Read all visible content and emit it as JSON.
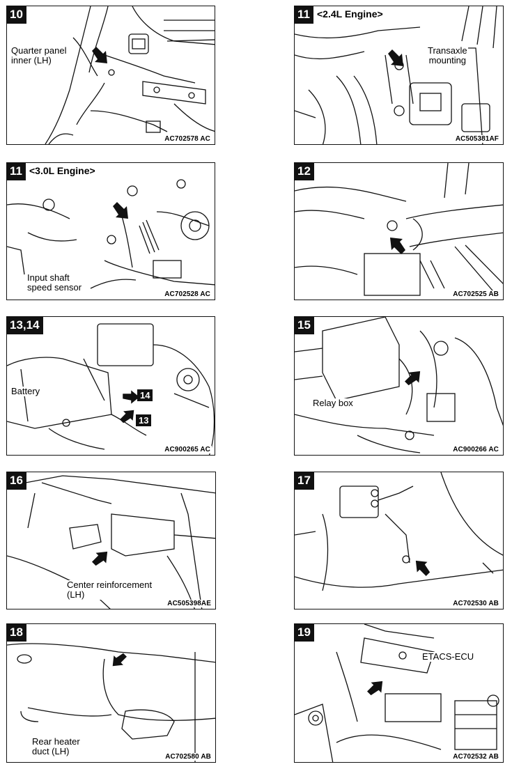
{
  "panels": [
    {
      "number": "10",
      "heading": "",
      "code": "AC702578 AC",
      "labels": [
        "Quarter panel",
        "inner (LH)"
      ]
    },
    {
      "number": "11",
      "heading": "<2.4L Engine>",
      "code": "AC505381AF",
      "labels": [
        "Transaxle",
        "mounting"
      ]
    },
    {
      "number": "11",
      "heading": "<3.0L Engine>",
      "code": "AC702528 AC",
      "labels": [
        "Input shaft",
        "speed sensor"
      ]
    },
    {
      "number": "12",
      "heading": "",
      "code": "AC702525 AB",
      "labels": []
    },
    {
      "number": "13,14",
      "heading": "",
      "code": "AC900265 AC",
      "labels": [
        "Battery"
      ],
      "callouts": [
        "14",
        "13"
      ]
    },
    {
      "number": "15",
      "heading": "",
      "code": "AC900266 AC",
      "labels": [
        "Relay box"
      ]
    },
    {
      "number": "16",
      "heading": "",
      "code": "AC505398AE",
      "labels": [
        "Center reinforcement",
        "(LH)"
      ]
    },
    {
      "number": "17",
      "heading": "",
      "code": "AC702530 AB",
      "labels": []
    },
    {
      "number": "18",
      "heading": "",
      "code": "AC702580 AB",
      "labels": [
        "Rear heater",
        "duct (LH)"
      ]
    },
    {
      "number": "19",
      "heading": "",
      "code": "AC702532 AB",
      "labels": [
        "ETACS-ECU"
      ]
    }
  ]
}
